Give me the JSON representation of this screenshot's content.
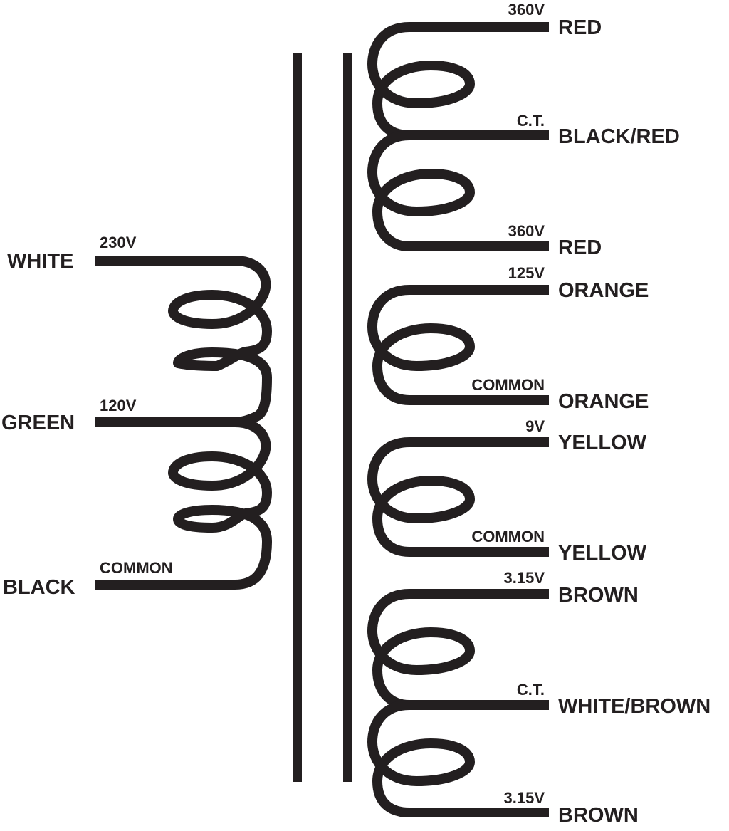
{
  "primary": {
    "leads": [
      {
        "color": "WHITE",
        "voltage": "230V"
      },
      {
        "color": "GREEN",
        "voltage": "120V"
      },
      {
        "color": "BLACK",
        "voltage": "COMMON"
      }
    ]
  },
  "secondaries": [
    {
      "leads": [
        {
          "color": "RED",
          "voltage": "360V"
        },
        {
          "color": "BLACK/RED",
          "voltage": "C.T."
        },
        {
          "color": "RED",
          "voltage": "360V"
        }
      ]
    },
    {
      "leads": [
        {
          "color": "ORANGE",
          "voltage": "125V"
        },
        {
          "color": "ORANGE",
          "voltage": "COMMON"
        }
      ]
    },
    {
      "leads": [
        {
          "color": "YELLOW",
          "voltage": "9V"
        },
        {
          "color": "YELLOW",
          "voltage": "COMMON"
        }
      ]
    },
    {
      "leads": [
        {
          "color": "BROWN",
          "voltage": "3.15V"
        },
        {
          "color": "WHITE/BROWN",
          "voltage": "C.T."
        },
        {
          "color": "BROWN",
          "voltage": "3.15V"
        }
      ]
    }
  ],
  "colors": {
    "ink": "#231f20",
    "background": "#ffffff"
  }
}
